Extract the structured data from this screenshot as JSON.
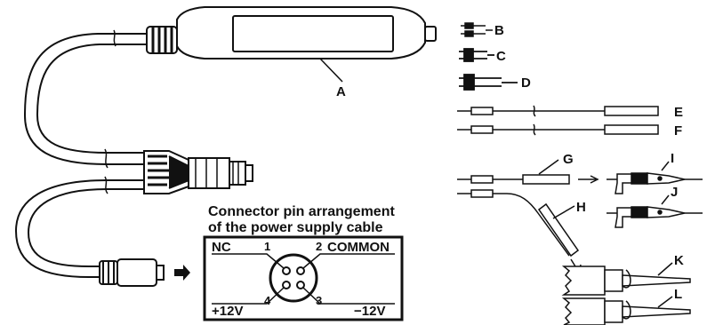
{
  "callouts": {
    "a": "A",
    "b": "B",
    "c": "C",
    "d": "D",
    "e": "E",
    "f": "F",
    "g": "G",
    "h": "H",
    "i": "I",
    "j": "J",
    "k": "K",
    "l": "L"
  },
  "connector": {
    "caption_line1": "Connector pin arrangement",
    "caption_line2": "of the power supply cable",
    "pins": {
      "p1": "1",
      "p2": "2",
      "p3": "3",
      "p4": "4"
    },
    "labels": {
      "nc": "NC",
      "common": "COMMON",
      "plus12": "+12V",
      "minus12": "−12V"
    }
  }
}
